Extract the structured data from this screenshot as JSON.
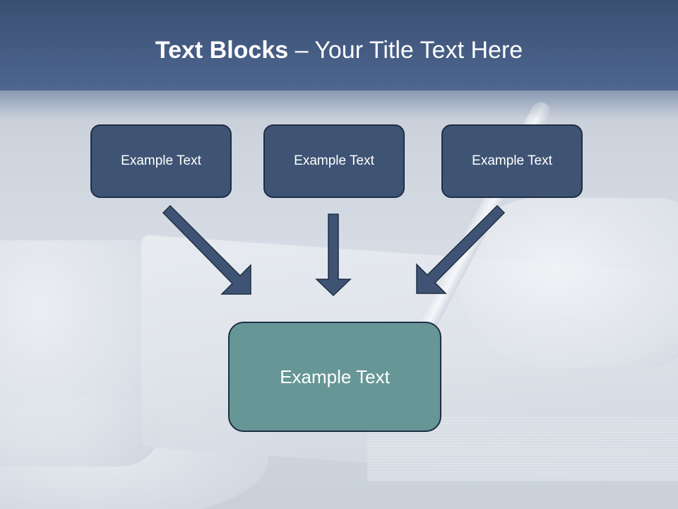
{
  "title": {
    "bold": "Text Blocks",
    "rest": " – Your Title Text Here"
  },
  "boxes": {
    "left": "Example Text",
    "middle": "Example Text",
    "right": "Example Text",
    "bottom": "Example Text"
  },
  "colors": {
    "header": "#3a4f72",
    "small_box": "#3f5474",
    "big_box": "#669696",
    "arrow": "#3f5474"
  }
}
